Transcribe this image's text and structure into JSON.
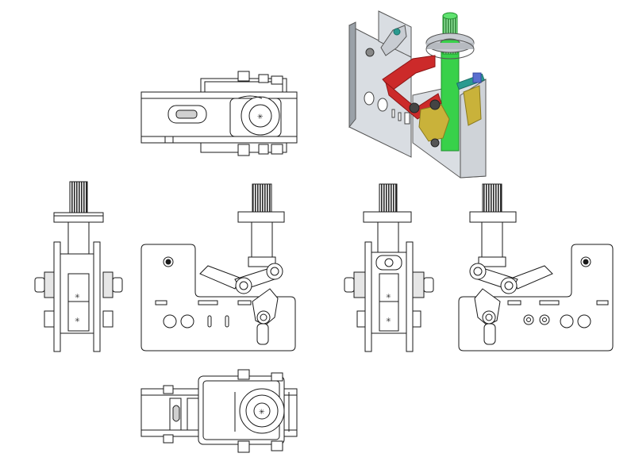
{
  "drawing": {
    "line_color": "#1a1a1a",
    "paper_color": "#ffffff",
    "part_fill": "#ffffff",
    "shade_light": "#e6e6e6",
    "shade_mid": "#bdbdbd",
    "thread_color": "#2b2b2b"
  },
  "iso_colors": {
    "plate": "#d9dde2",
    "plate_edge": "#9aa1a8",
    "shaft": "#38d14a",
    "shaft_dark": "#1f8f2c",
    "links": "#cc2a2a",
    "links_dark": "#8c1616",
    "cam": "#c9b23a",
    "cam_dark": "#8a7a1f",
    "bolt_teal": "#2a9a8f",
    "bolt_blue": "#5a6fcf",
    "washer": "#c8ccd2"
  },
  "views": [
    {
      "name": "top-view",
      "kind": "plan"
    },
    {
      "name": "isometric-view",
      "kind": "isometric"
    },
    {
      "name": "left-side-view",
      "kind": "side"
    },
    {
      "name": "front-view",
      "kind": "elevation"
    },
    {
      "name": "right-side-view",
      "kind": "side"
    },
    {
      "name": "rear-view",
      "kind": "elevation-mirrored"
    },
    {
      "name": "bottom-view",
      "kind": "plan"
    }
  ]
}
